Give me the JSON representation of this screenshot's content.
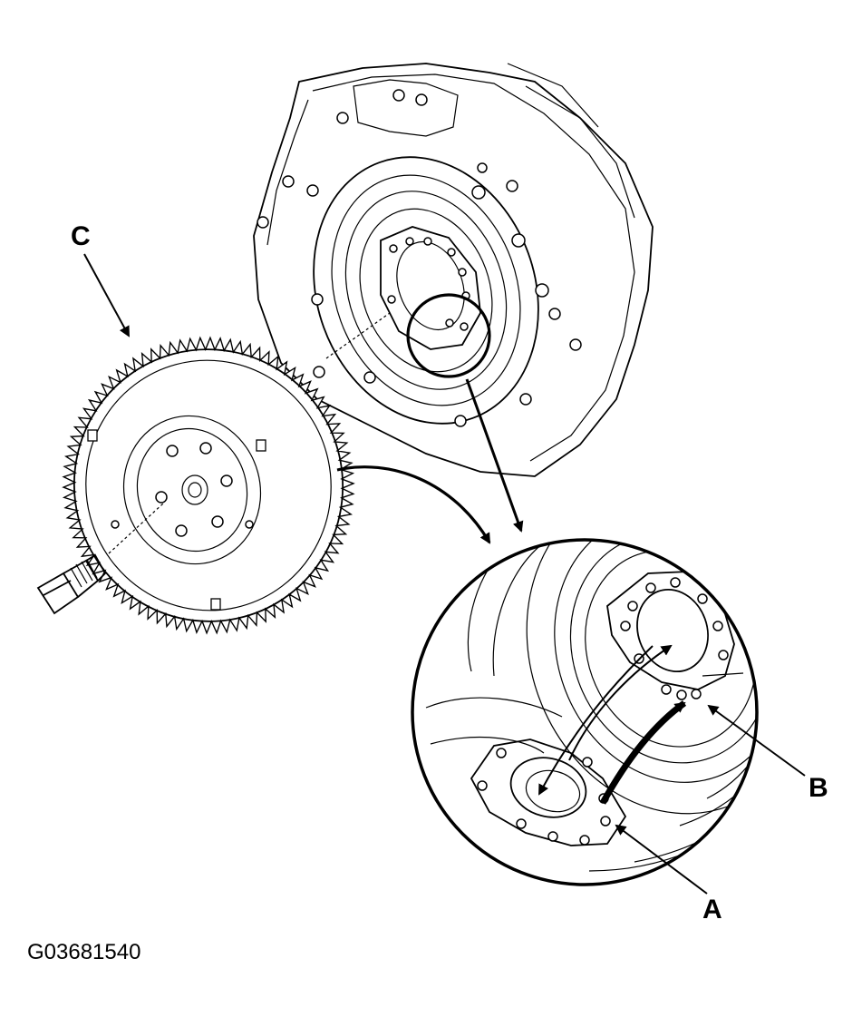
{
  "callouts": {
    "a": "A",
    "b": "B",
    "c": "C"
  },
  "figure_id": "G03681540"
}
